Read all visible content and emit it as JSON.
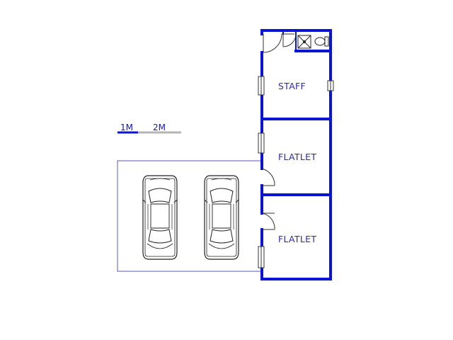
{
  "scale": {
    "label_1": "1M",
    "label_2": "2M"
  },
  "rooms": [
    {
      "id": "staff",
      "label": "STAFF"
    },
    {
      "id": "flatlet-upper",
      "label": "FLATLET"
    },
    {
      "id": "flatlet-lower",
      "label": "FLATLET"
    }
  ],
  "carport": {
    "cars": 2
  },
  "colors": {
    "wall": "#0a14d4",
    "label": "#2a2aa8",
    "carport_outline": "#5a5ab4",
    "scale_light": "#b4b4b4",
    "fixture": "#222222"
  }
}
